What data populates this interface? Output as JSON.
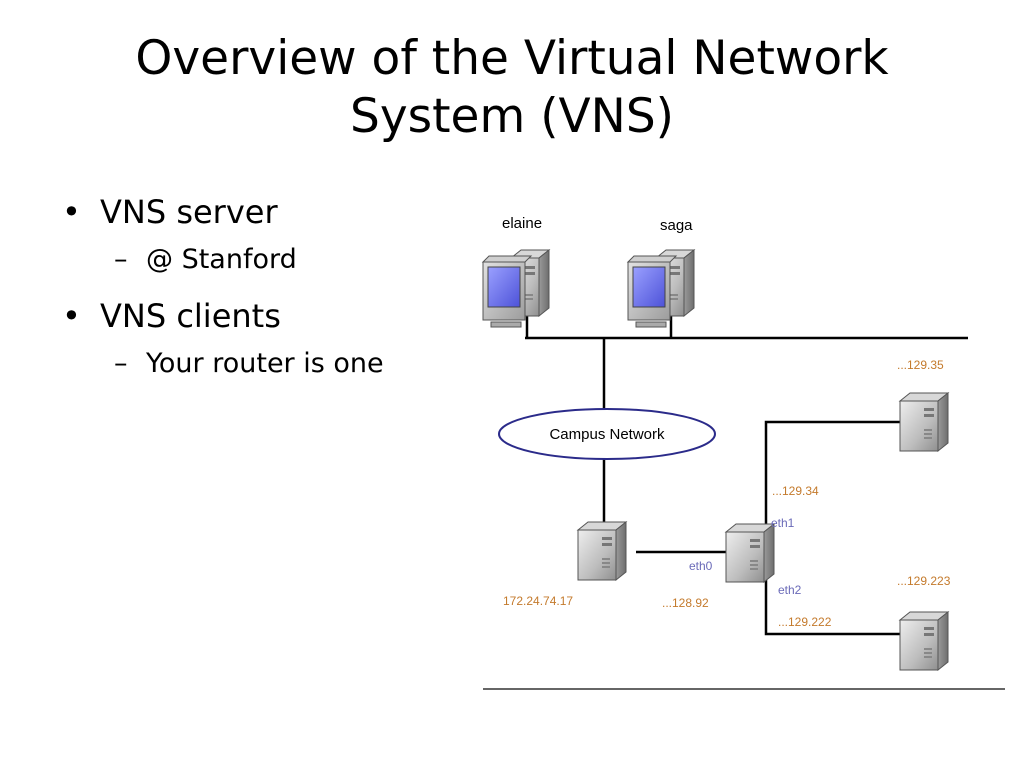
{
  "title": {
    "line1": "Overview of the Virtual Network",
    "line2": "System (VNS)"
  },
  "bullets": [
    {
      "text": "VNS server",
      "sub": "@ Stanford"
    },
    {
      "text": "VNS clients",
      "sub": "Your router is one"
    }
  ],
  "diagram": {
    "hosts": {
      "elaine": "elaine",
      "saga": "saga"
    },
    "cloud_label": "Campus Network",
    "labels": {
      "ip_129_35": "...129.35",
      "ip_129_34": "...129.34",
      "eth1": "eth1",
      "eth0": "eth0",
      "eth2": "eth2",
      "ip_172": "172.24.74.17",
      "ip_128_92": "...128.92",
      "ip_129_222": "...129.222",
      "ip_129_223": "...129.223"
    },
    "colors": {
      "ip_label": "#c47a2c",
      "eth_label": "#6a6ab8",
      "cloud_border": "#2b2b8a",
      "line": "#000000",
      "monitor_screen": "#6b6ff0"
    }
  }
}
